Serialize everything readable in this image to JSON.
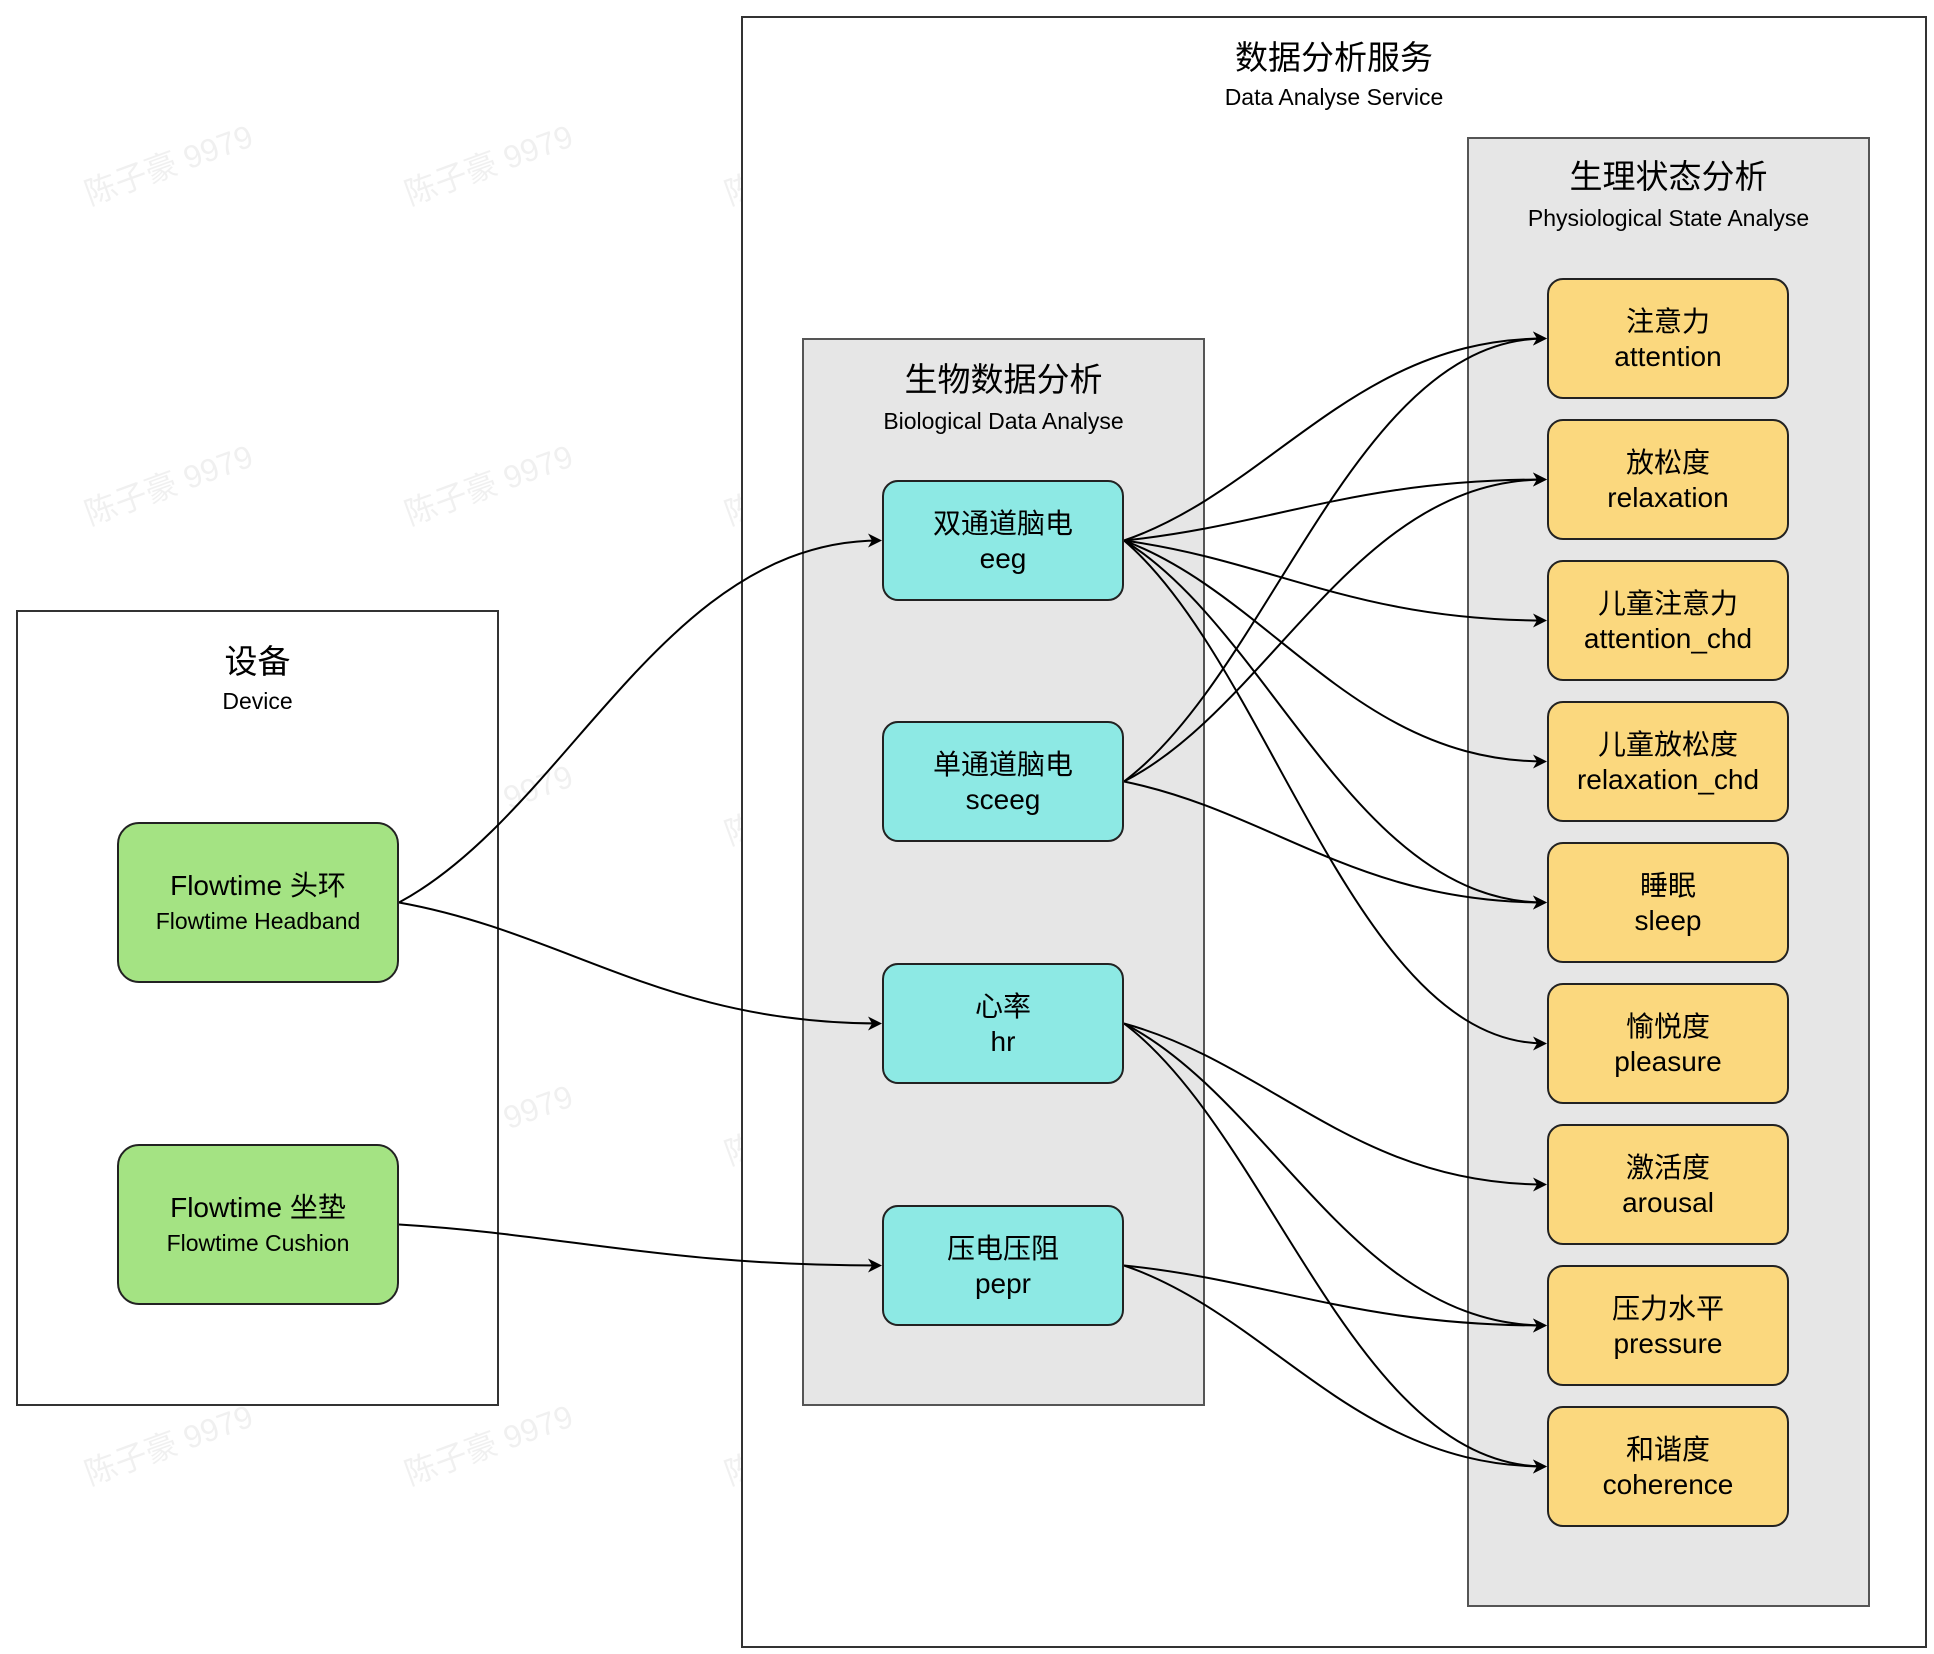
{
  "watermark": "陈子豪 9979",
  "colors": {
    "device_node": "#a4e383",
    "bio_node": "#8de9e4",
    "phys_node": "#fbd87e",
    "group_bg": "#e6e6e6",
    "edge": "#000000"
  },
  "service": {
    "title_zh": "数据分析服务",
    "title_en": "Data Analyse Service"
  },
  "device": {
    "title_zh": "设备",
    "title_en": "Device",
    "nodes": {
      "headband": {
        "zh": "Flowtime 头环",
        "en": "Flowtime Headband"
      },
      "cushion": {
        "zh": "Flowtime 坐垫",
        "en": "Flowtime Cushion"
      }
    }
  },
  "bio": {
    "title_zh": "生物数据分析",
    "title_en": "Biological Data Analyse",
    "nodes": {
      "eeg": {
        "zh": "双通道脑电",
        "en": "eeg"
      },
      "sceeg": {
        "zh": "单通道脑电",
        "en": "sceeg"
      },
      "hr": {
        "zh": "心率",
        "en": "hr"
      },
      "pepr": {
        "zh": "压电压阻",
        "en": "pepr"
      }
    }
  },
  "phys": {
    "title_zh": "生理状态分析",
    "title_en": "Physiological State Analyse",
    "nodes": {
      "attention": {
        "zh": "注意力",
        "en": "attention"
      },
      "relaxation": {
        "zh": "放松度",
        "en": "relaxation"
      },
      "attention_chd": {
        "zh": "儿童注意力",
        "en": "attention_chd"
      },
      "relaxation_chd": {
        "zh": "儿童放松度",
        "en": "relaxation_chd"
      },
      "sleep": {
        "zh": "睡眠",
        "en": "sleep"
      },
      "pleasure": {
        "zh": "愉悦度",
        "en": "pleasure"
      },
      "arousal": {
        "zh": "激活度",
        "en": "arousal"
      },
      "pressure": {
        "zh": "压力水平",
        "en": "pressure"
      },
      "coherence": {
        "zh": "和谐度",
        "en": "coherence"
      }
    }
  },
  "edges": [
    [
      "headband",
      "eeg"
    ],
    [
      "headband",
      "hr"
    ],
    [
      "cushion",
      "pepr"
    ],
    [
      "eeg",
      "attention"
    ],
    [
      "eeg",
      "relaxation"
    ],
    [
      "eeg",
      "attention_chd"
    ],
    [
      "eeg",
      "relaxation_chd"
    ],
    [
      "eeg",
      "sleep"
    ],
    [
      "eeg",
      "pleasure"
    ],
    [
      "sceeg",
      "attention"
    ],
    [
      "sceeg",
      "relaxation"
    ],
    [
      "sceeg",
      "sleep"
    ],
    [
      "hr",
      "arousal"
    ],
    [
      "hr",
      "pressure"
    ],
    [
      "hr",
      "coherence"
    ],
    [
      "pepr",
      "pressure"
    ],
    [
      "pepr",
      "coherence"
    ]
  ]
}
